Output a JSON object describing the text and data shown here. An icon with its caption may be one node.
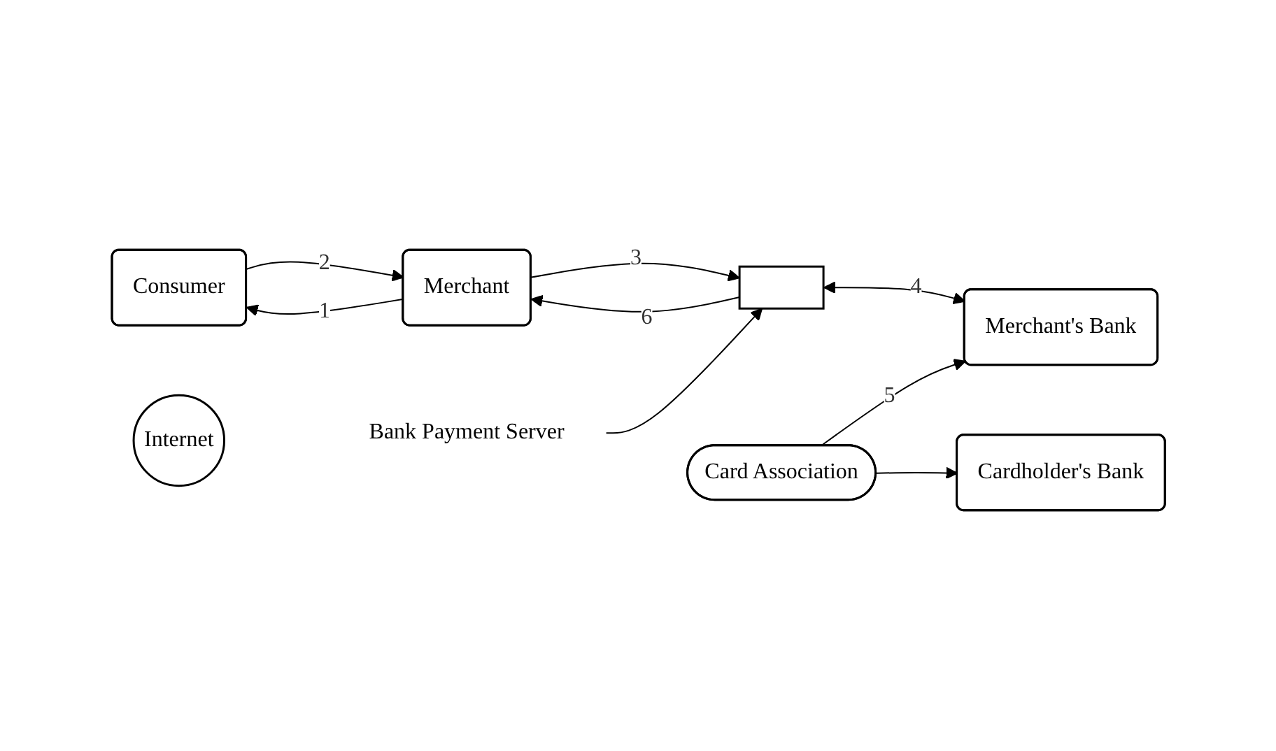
{
  "diagram": {
    "nodes": [
      {
        "text": [
          "Consumer"
        ]
      },
      {
        "text": [
          "Merchant"
        ]
      },
      {
        "text": [
          "Internet"
        ]
      },
      {
        "text": [
          "Bank Payment Server"
        ]
      },
      {
        "text": [],
        "shape": "box"
      },
      {
        "text": [
          "Merchant's Bank"
        ]
      },
      {
        "text": [
          "Card Association"
        ]
      },
      {
        "text": [
          "Cardholder's Bank"
        ]
      }
    ],
    "edges": [
      {
        "from": 1,
        "to": 0,
        "arrow": "to",
        "label": "1"
      },
      {
        "from": 0,
        "to": 1,
        "arrow": "to",
        "label": "2"
      },
      {
        "from": 1,
        "to": 4,
        "arrow": "to",
        "label": "3"
      },
      {
        "from": 4,
        "to": 1,
        "arrow": "to",
        "label": "6"
      },
      {
        "from": 3,
        "to": 4,
        "arrow": "to"
      },
      {
        "from": 4,
        "to": 5,
        "arrow": "both",
        "label": "4"
      },
      {
        "from": 6,
        "to": 5,
        "arrow": "to",
        "label": "5"
      },
      {
        "from": 6,
        "to": 7,
        "arrow": "to"
      }
    ]
  }
}
